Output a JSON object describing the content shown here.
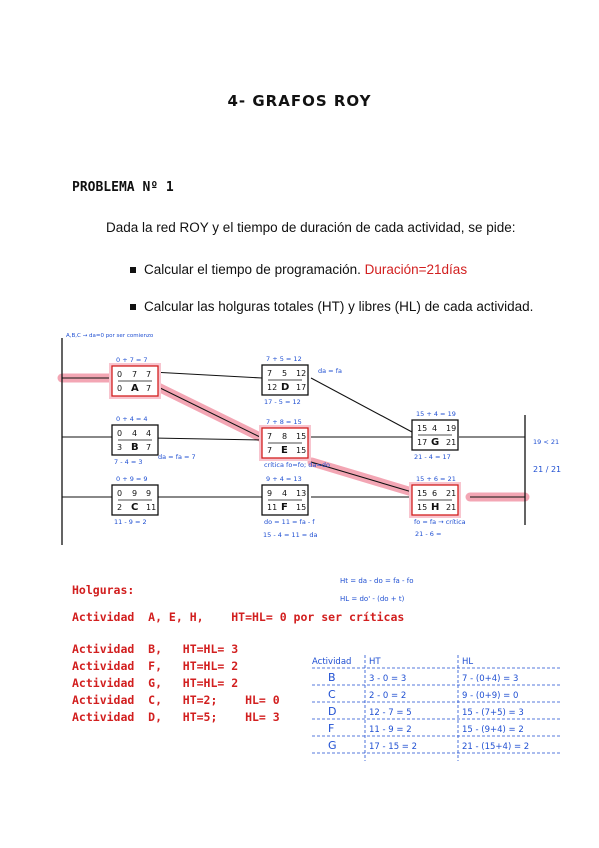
{
  "title": "4- GRAFOS ROY",
  "problem": "PROBLEMA Nº 1",
  "intro": "Dada la red ROY y el tiempo de duración de cada actividad, se pide:",
  "bullet1_text": "Calcular el tiempo de programación.",
  "bullet1_answer": "Duración=21días",
  "bullet2": "Calcular las holguras totales (HT) y libres (HL) de cada actividad.",
  "diagram": {
    "top_note": "A,B,C → da=0 por ser comienzo",
    "nodes": [
      {
        "name": "A",
        "early": "0",
        "late": "0",
        "dur": "7",
        "ef": "7",
        "lf": "7",
        "top_note": "0 + 7 = 7",
        "bottom_note": ""
      },
      {
        "name": "B",
        "early": "0",
        "late": "3",
        "dur": "4",
        "ef": "4",
        "lf": "7",
        "top_note": "0 + 4 = 4",
        "bottom_note": "7 - 4 = 3"
      },
      {
        "name": "C",
        "early": "0",
        "late": "2",
        "dur": "9",
        "ef": "9",
        "lf": "11",
        "top_note": "0 + 9 = 9",
        "bottom_note": "11 - 9 = 2"
      },
      {
        "name": "D",
        "early": "7",
        "late": "12",
        "dur": "5",
        "ef": "12",
        "lf": "17",
        "top_note": "7 + 5 = 12",
        "bottom_note": "17 - 5 = 12"
      },
      {
        "name": "E",
        "early": "7",
        "late": "7",
        "dur": "8",
        "ef": "15",
        "lf": "15",
        "top_note": "7 + 8 = 15",
        "bottom_note": "crítica fo=fo; da=do"
      },
      {
        "name": "F",
        "early": "9",
        "late": "11",
        "dur": "4",
        "ef": "13",
        "lf": "15",
        "top_note": "9 + 4 = 13",
        "bottom_note": "do = 11 = fa - f"
      },
      {
        "name": "G",
        "early": "15",
        "late": "17",
        "dur": "4",
        "ef": "19",
        "lf": "21",
        "top_note": "15 + 4 = 19",
        "bottom_note": "21 - 4 = 17"
      },
      {
        "name": "H",
        "early": "15",
        "late": "15",
        "dur": "6",
        "ef": "21",
        "lf": "21",
        "top_note": "15 + 6 = 21",
        "bottom_note": "fo = fa → crítica"
      }
    ],
    "notes": {
      "d_side": "da = fa",
      "b_side": "da = fa = 7",
      "f_extra": "15 - 4 = 11 = da",
      "h_extra": "21 - 6 =",
      "end_1": "19 < 21",
      "end_2": "21 / 21"
    }
  },
  "formulas": {
    "ht": "Ht = da - do = fa - fo",
    "hl": "HL = do' - (do + t)"
  },
  "holguras": {
    "heading": "Holguras:",
    "critical": "Actividad  A, E, H,    HT=HL= 0 por ser críticas",
    "lines": [
      "Actividad  B,   HT=HL= 3",
      "Actividad  F,   HT=HL= 2",
      "Actividad  G,   HT=HL= 2",
      "Actividad  C,   HT=2;    HL= 0",
      "Actividad  D,   HT=5;    HL= 3"
    ]
  },
  "table": {
    "headers": [
      "Actividad",
      "HT",
      "HL"
    ],
    "rows": [
      [
        "B",
        "3 - 0 = 3",
        "7 - (0+4) = 3"
      ],
      [
        "C",
        "2 - 0 = 2",
        "9 - (0+9) = 0"
      ],
      [
        "D",
        "12 - 7 = 5",
        "15 - (7+5) = 3"
      ],
      [
        "F",
        "11 - 9 = 2",
        "15 - (9+4) = 2"
      ],
      [
        "G",
        "17 - 15 = 2",
        "21 - (15+4) = 2"
      ]
    ]
  },
  "colors": {
    "red": "#d21f1f",
    "blue": "#1f4fd2",
    "highlight": "#f3a6b4"
  }
}
